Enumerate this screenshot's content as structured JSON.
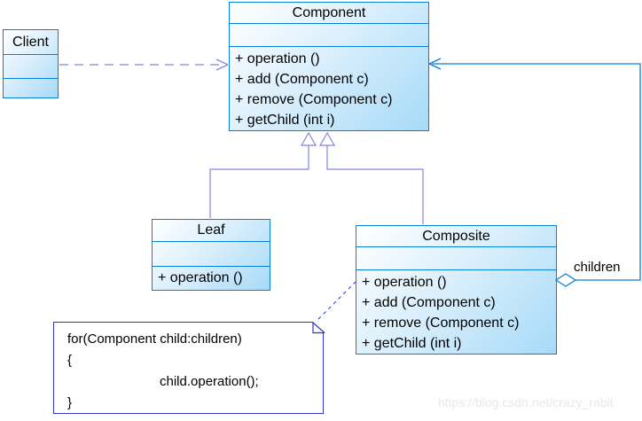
{
  "classes": {
    "client": {
      "name": "Client"
    },
    "component": {
      "name": "Component",
      "methods": [
        "+ operation ()",
        "+ add (Component c)",
        "+ remove (Component c)",
        "+ getChild (int i)"
      ]
    },
    "leaf": {
      "name": "Leaf",
      "methods": [
        "+ operation ()"
      ]
    },
    "composite": {
      "name": "Composite",
      "methods": [
        "+ operation ()",
        "+ add (Component c)",
        "+ remove (Component c)",
        "+ getChild (int i)"
      ]
    }
  },
  "note": {
    "line1": "for(Component child:children)",
    "line2": "{",
    "line3": "child.operation();",
    "line4": "}"
  },
  "relations": {
    "children_label": "children",
    "client_to_component": "dashed dependency arrow",
    "leaf_to_component": "generalization",
    "composite_to_component": "generalization",
    "composite_children_aggregation": "aggregation to Component"
  },
  "watermark": {
    "text": "https://blog.csdn.net/crazy_rabit"
  },
  "colors": {
    "box_border": "#0a7fd8",
    "box_fill_light": "#ffffff",
    "box_fill_dark": "#a6daf8",
    "generalization_line": "#8585de",
    "association_line": "#0a7fd8",
    "note_border": "#2b35c8",
    "watermark_text": "#e8e8e8"
  }
}
